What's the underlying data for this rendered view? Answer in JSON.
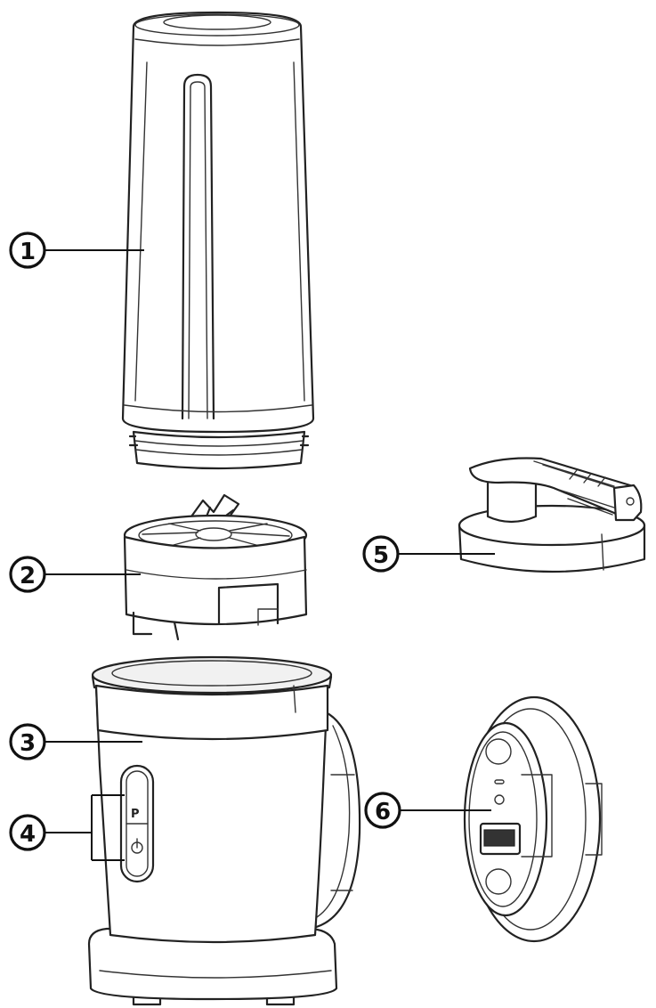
{
  "diagram": {
    "labels": [
      {
        "id": "label-1",
        "text": "1"
      },
      {
        "id": "label-2",
        "text": "2"
      },
      {
        "id": "label-3",
        "text": "3"
      },
      {
        "id": "label-4",
        "text": "4"
      },
      {
        "id": "label-5",
        "text": "5"
      },
      {
        "id": "label-6",
        "text": "6"
      }
    ],
    "buttons": {
      "pulse": "P",
      "power_icon": "power-icon"
    },
    "colors": {
      "line": "#222222",
      "background": "#ffffff"
    }
  }
}
